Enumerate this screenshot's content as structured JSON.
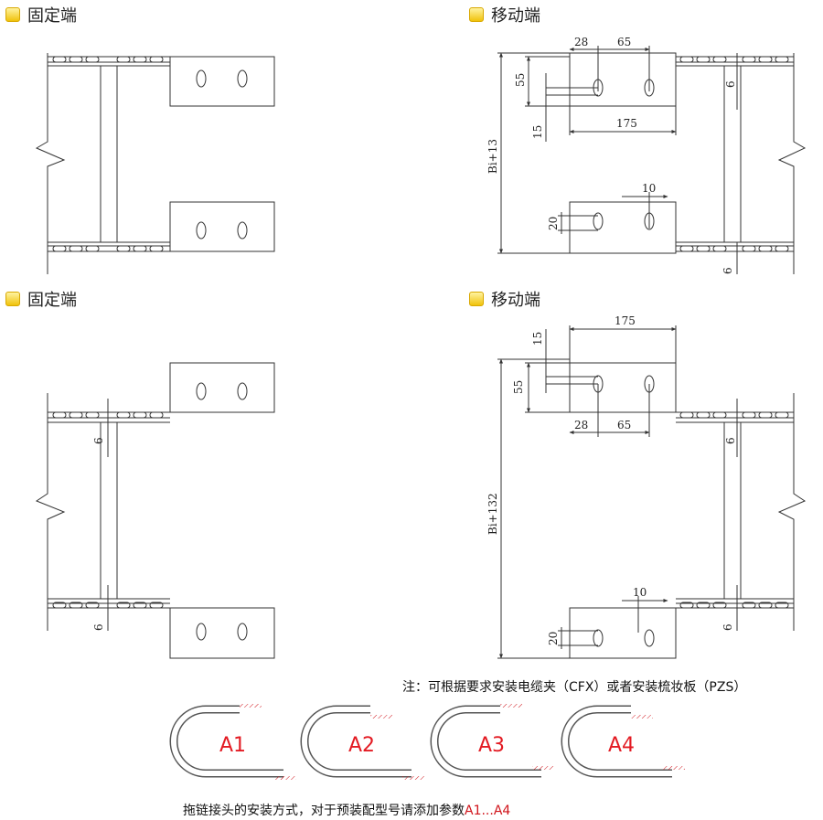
{
  "labels": {
    "fixed_end_1": "固定端",
    "moving_end_1": "移动端",
    "fixed_end_2": "固定端",
    "moving_end_2": "移动端"
  },
  "dimensions": {
    "top_right": {
      "d28": "28",
      "d65": "65",
      "d55": "55",
      "d175": "175",
      "d15": "15",
      "d6a": "6",
      "bi": "Bi+13",
      "d10": "10",
      "d20": "20",
      "d6b": "6"
    },
    "bottom_left": {
      "d6a": "6",
      "d6b": "6"
    },
    "bottom_right": {
      "d175": "175",
      "d15": "15",
      "d55": "55",
      "d28": "28",
      "d65": "65",
      "d6a": "6",
      "bi": "Bi+132",
      "d10": "10",
      "d20": "20",
      "d6b": "6"
    }
  },
  "note": "注：可根据要求安装电缆夹（CFX）或者安装梳妆板（PZS）",
  "modes": [
    "A1",
    "A2",
    "A3",
    "A4"
  ],
  "caption": {
    "text": "拖链接头的安装方式，对于预装配型号请添加参数",
    "codes": "A1...A4"
  },
  "colors": {
    "line": "#333333",
    "accent": "#e31b23",
    "bullet": "#f0c20a"
  }
}
